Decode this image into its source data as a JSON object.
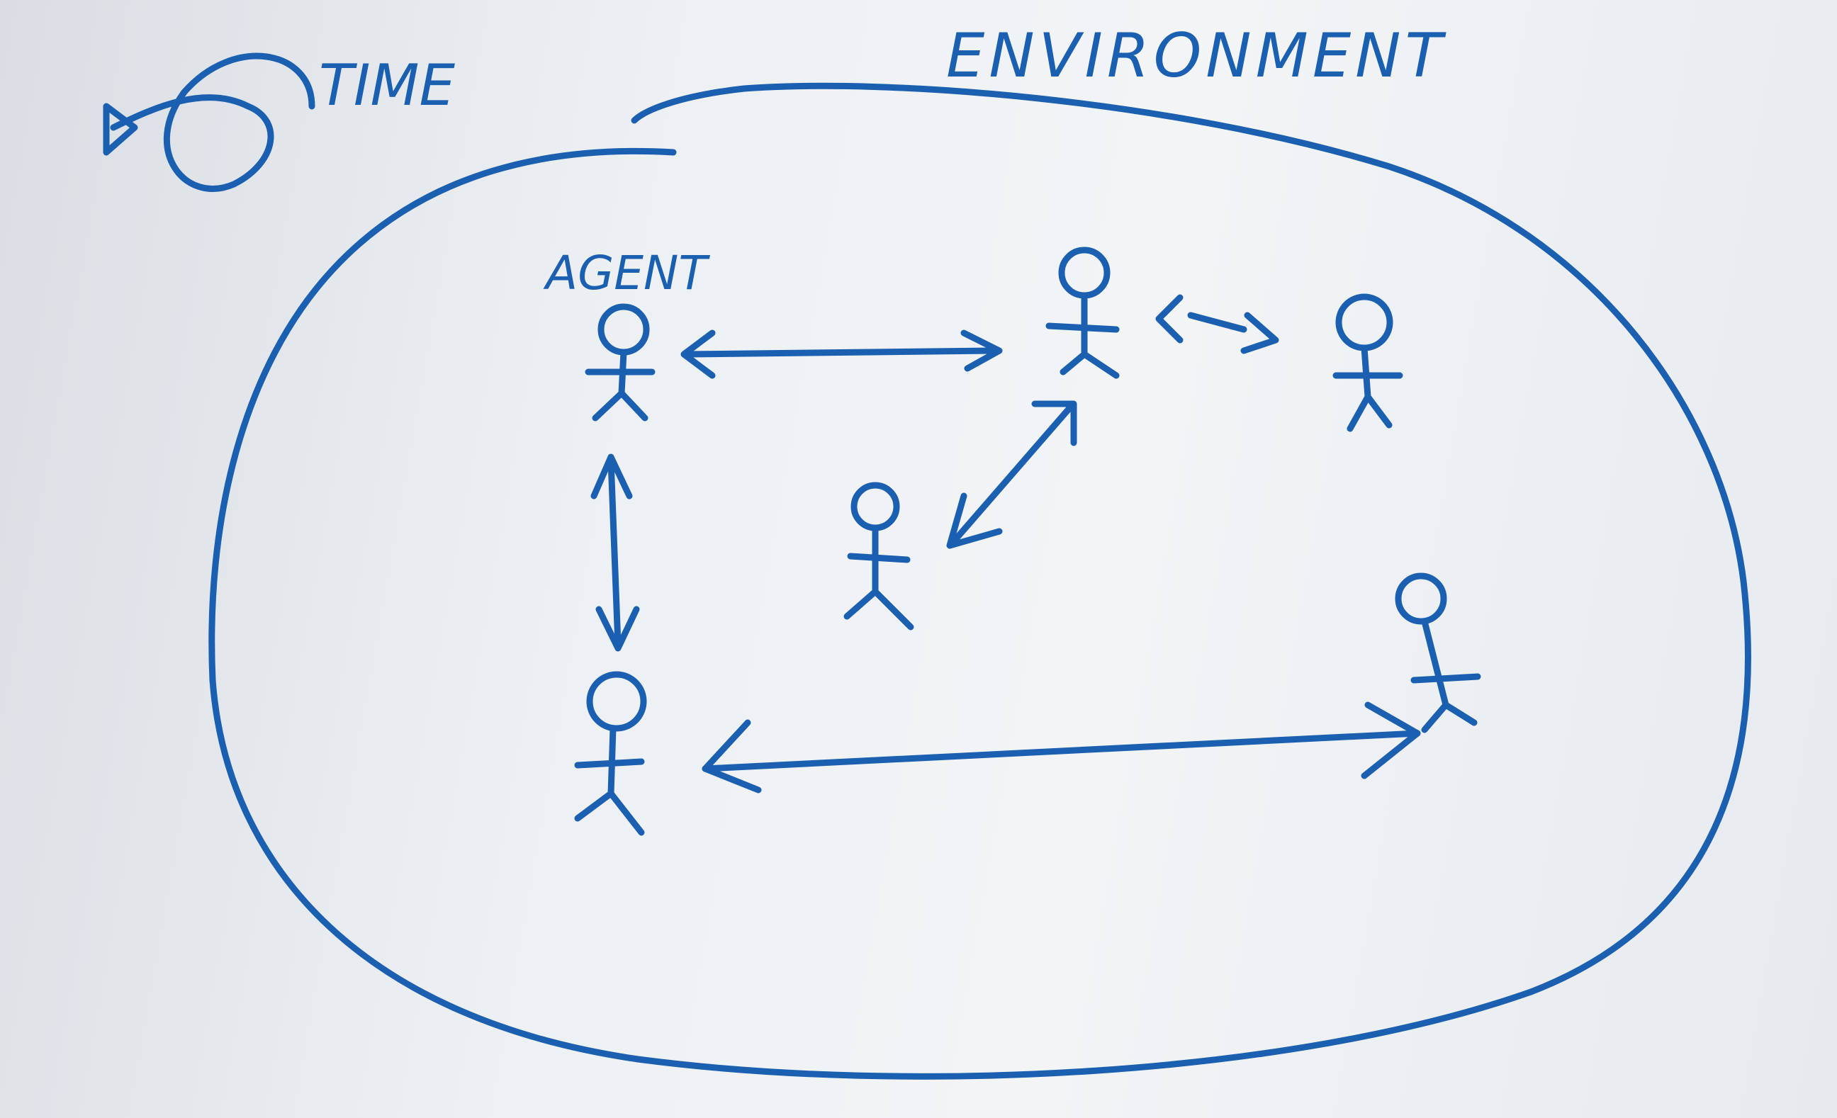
{
  "labels": {
    "time": "TIME",
    "environment": "ENVIRONMENT",
    "agent": "AGENT"
  },
  "colors": {
    "ink": "#1a5fb0",
    "board": "#eef1f4"
  },
  "agents": [
    {
      "id": "agent-top-left",
      "labeled": true
    },
    {
      "id": "agent-top-middle",
      "labeled": false
    },
    {
      "id": "agent-top-right",
      "labeled": false
    },
    {
      "id": "agent-center",
      "labeled": false
    },
    {
      "id": "agent-bottom-left",
      "labeled": false
    },
    {
      "id": "agent-bottom-right",
      "labeled": false
    }
  ],
  "interactions": [
    {
      "from": "agent-top-left",
      "to": "agent-top-middle",
      "type": "bidirectional"
    },
    {
      "from": "agent-top-middle",
      "to": "agent-top-right",
      "type": "bidirectional"
    },
    {
      "from": "agent-top-middle",
      "to": "agent-center",
      "type": "bidirectional"
    },
    {
      "from": "agent-top-left",
      "to": "agent-bottom-left",
      "type": "bidirectional"
    },
    {
      "from": "agent-bottom-left",
      "to": "agent-bottom-right",
      "type": "bidirectional"
    }
  ]
}
